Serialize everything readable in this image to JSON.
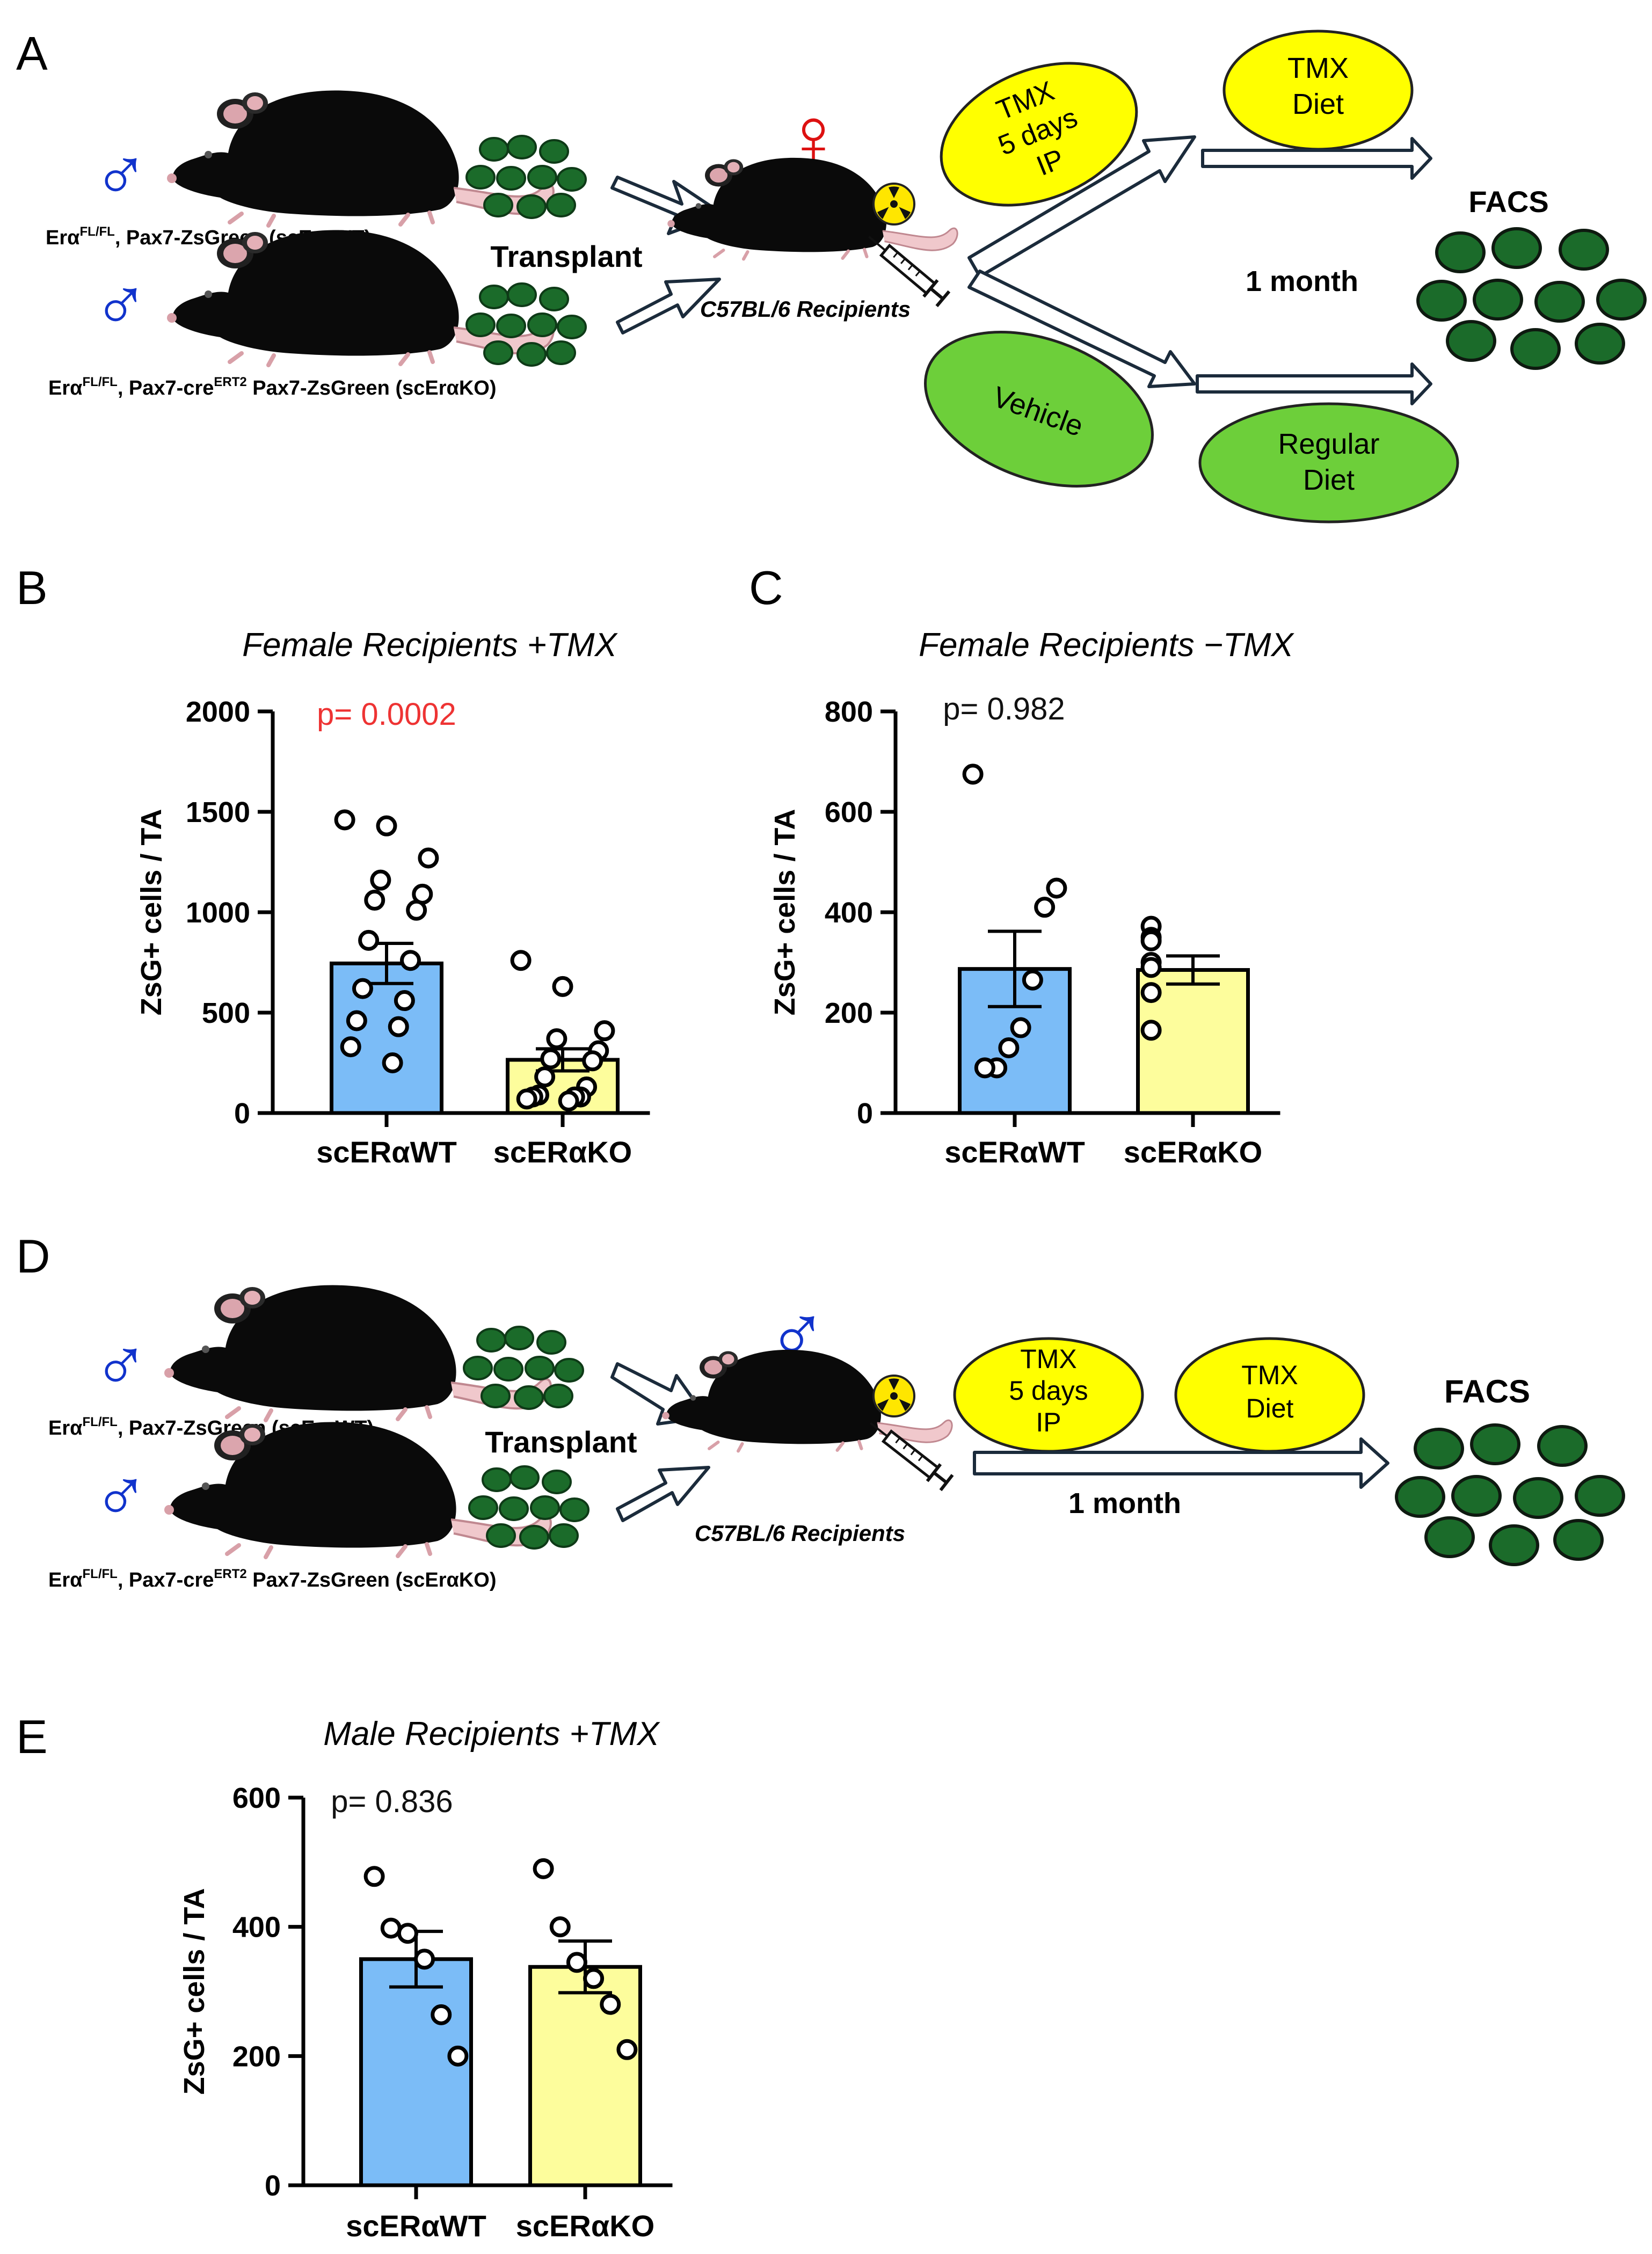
{
  "panels": {
    "A": {
      "letter": "A",
      "male_symbol": "♂",
      "female_symbol": "♀",
      "donor_wt": {
        "pre": "Erα",
        "sup": "FL/FL",
        "post": ", Pax7-ZsGreen (scErαWT)"
      },
      "donor_ko": {
        "pre": "Erα",
        "sup": "FL/FL",
        "mid": ", Pax7-cre",
        "sup2": "ERT2",
        "post": " Pax7-ZsGreen (scErαKO)"
      },
      "transplant": "Transplant",
      "recipients": "C57BL/6 Recipients",
      "tmx_ip": [
        "TMX",
        "5 days",
        "IP"
      ],
      "tmx_diet": [
        "TMX",
        "Diet"
      ],
      "vehicle": "Vehicle",
      "regular_diet": [
        "Regular",
        "Diet"
      ],
      "duration": "1 month",
      "facs": "FACS"
    },
    "D": {
      "letter": "D",
      "donor_wt": {
        "pre": "Erα",
        "sup": "FL/FL",
        "post": ", Pax7-ZsGreen (scErαWT)"
      },
      "donor_ko": {
        "pre": "Erα",
        "sup": "FL/FL",
        "mid": ", Pax7-cre",
        "sup2": "ERT2",
        "post": " Pax7-ZsGreen (scErαKO)"
      },
      "transplant": "Transplant",
      "recipients": "C57BL/6 Recipients",
      "tmx_ip": [
        "TMX",
        "5 days",
        "IP"
      ],
      "tmx_diet": [
        "TMX",
        "Diet"
      ],
      "duration": "1 month",
      "facs": "FACS"
    }
  },
  "colors": {
    "wt_bar": "#7bbcf7",
    "ko_bar": "#fdfd9c",
    "tmx": "#ffff00",
    "vehicle": "#6dcf3a",
    "cell": "#1b6b2a",
    "male": "#1133cc",
    "female": "#dd1111",
    "pvalue_sig": "#ee3333"
  },
  "chart_data": [
    {
      "panel": "B",
      "type": "bar",
      "title": "Female Recipients +TMX",
      "ylabel": "ZsG+ cells / TA",
      "categories": [
        "scERαWT",
        "scERαKO"
      ],
      "values": [
        745,
        265
      ],
      "sem": [
        100,
        55
      ],
      "ylim": [
        0,
        2000
      ],
      "yticks": [
        0,
        500,
        1000,
        1500,
        2000
      ],
      "pvalue": "p= 0.0002",
      "points": [
        [
          1460,
          1430,
          1270,
          1160,
          1090,
          1060,
          1010,
          860,
          760,
          620,
          560,
          460,
          430,
          330,
          250
        ],
        [
          760,
          630,
          410,
          370,
          310,
          270,
          260,
          180,
          130,
          90,
          80,
          80,
          80,
          70,
          60
        ]
      ]
    },
    {
      "panel": "C",
      "type": "bar",
      "title": "Female Recipients  −TMX",
      "ylabel": "ZsG+ cells / TA",
      "categories": [
        "scERαWT",
        "scERαKO"
      ],
      "values": [
        287,
        285
      ],
      "sem": [
        75,
        28
      ],
      "ylim": [
        0,
        800
      ],
      "yticks": [
        0,
        200,
        400,
        600,
        800
      ],
      "pvalue": "p= 0.982",
      "points": [
        [
          675,
          448,
          410,
          265,
          170,
          130,
          90,
          90
        ],
        [
          372,
          350,
          343,
          300,
          290,
          240,
          165
        ]
      ]
    },
    {
      "panel": "E",
      "type": "bar",
      "title": "Male Recipients +TMX",
      "ylabel": "ZsG+ cells / TA",
      "categories": [
        "scERαWT",
        "scERαKO"
      ],
      "values": [
        350,
        338
      ],
      "sem": [
        43,
        40
      ],
      "ylim": [
        0,
        600
      ],
      "yticks": [
        0,
        200,
        400,
        600
      ],
      "pvalue": "p= 0.836",
      "points": [
        [
          478,
          398,
          390,
          350,
          264,
          200
        ],
        [
          490,
          400,
          345,
          320,
          280,
          210
        ]
      ]
    }
  ]
}
